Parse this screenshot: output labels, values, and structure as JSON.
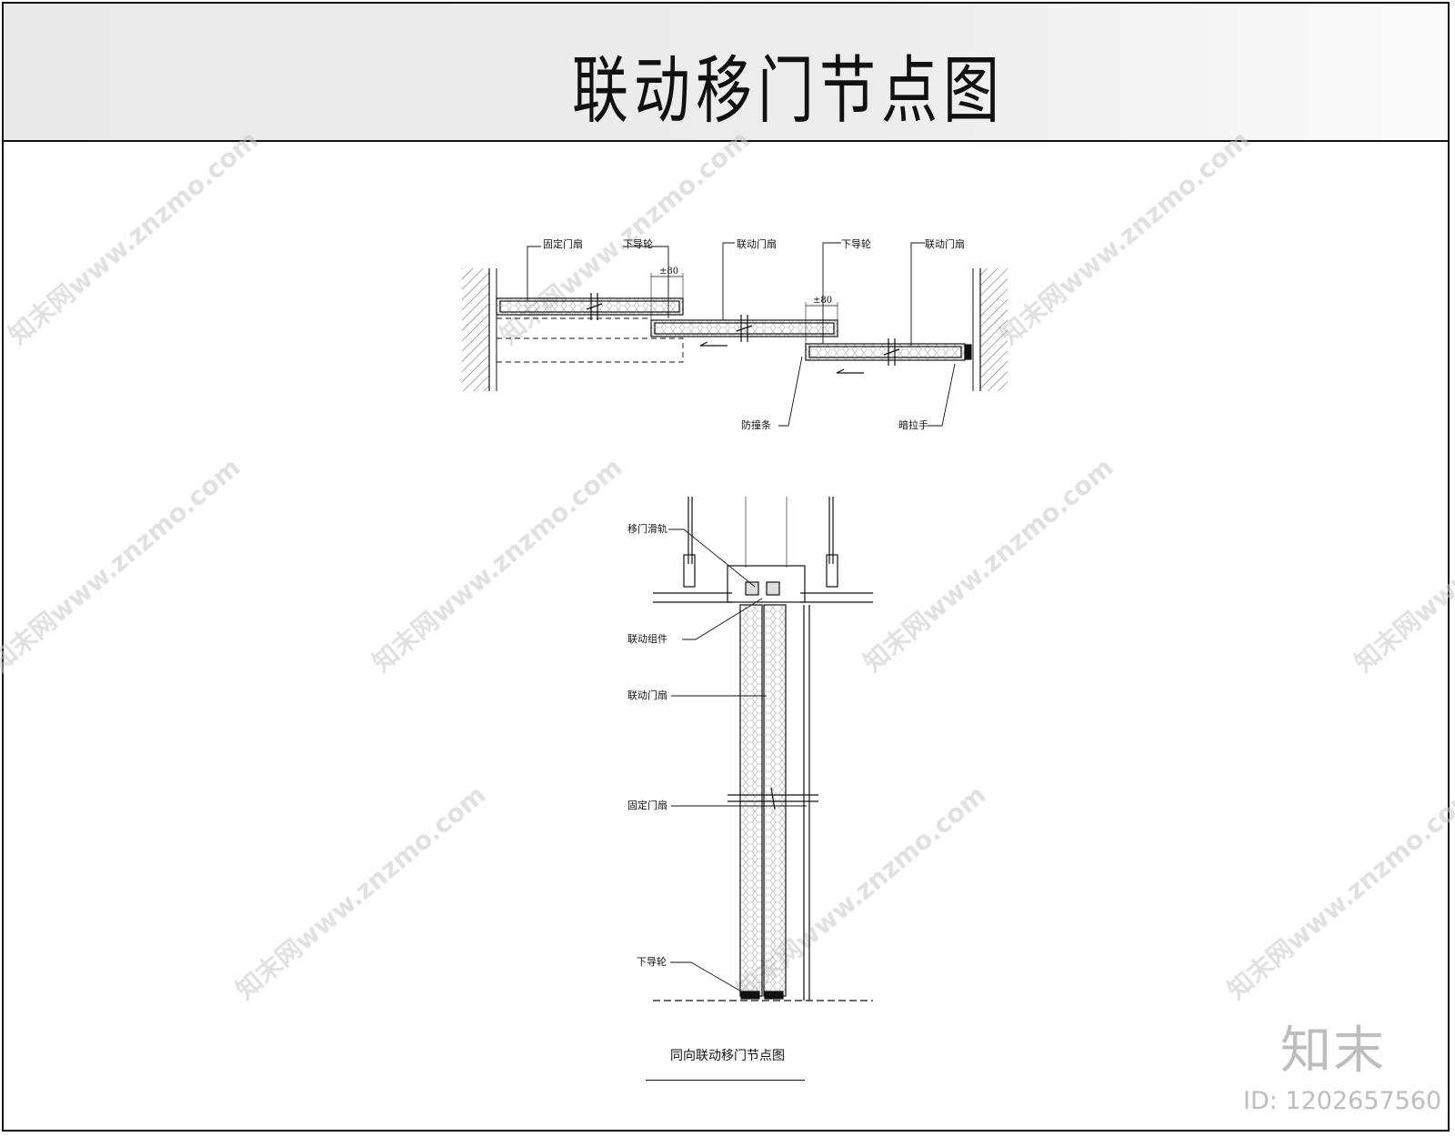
{
  "title": "联动移门节点图",
  "plan": {
    "labels": {
      "fixed_leaf": "固定门扇",
      "lower_guide_1": "下导轮",
      "linked_leaf_1": "联动门扇",
      "lower_guide_2": "下导轮",
      "linked_leaf_2": "联动门扇",
      "anti_collision": "防撞条",
      "hidden_handle": "暗拉手"
    },
    "dims": {
      "overlap_1": "±80",
      "overlap_2": "±80"
    }
  },
  "section": {
    "labels": {
      "rail": "移门滑轨",
      "linkage": "联动组件",
      "linked_leaf": "联动门扇",
      "fixed_leaf": "固定门扇",
      "lower_guide": "下导轮"
    }
  },
  "caption": "同向联动移门节点图",
  "watermark": {
    "text": "知末网www.znzmo.com",
    "brand": "知末",
    "id": "ID: 1202657560"
  },
  "colors": {
    "line": "#111111",
    "title_band": "#ececec",
    "watermark": "#c9c9c9"
  }
}
